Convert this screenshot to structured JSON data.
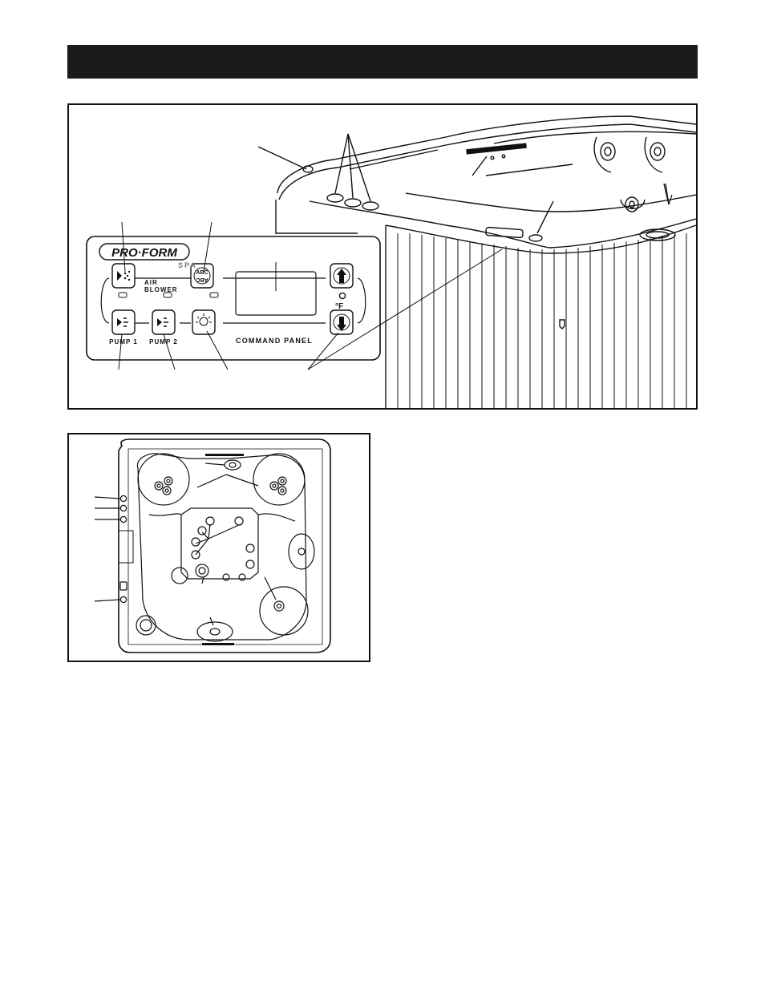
{
  "command_panel": {
    "brand": "PRO·FORM",
    "brand_sub": "SPA",
    "air_blower_label_1": "AIR",
    "air_blower_label_2": "BLOWER",
    "pump1_label": "PUMP 1",
    "pump2_label": "PUMP 2",
    "panel_title": "COMMAND PANEL",
    "temp_unit": "°F"
  },
  "icons": {
    "air_blower": "air-blower-icon",
    "mode": "abc-mode-icon",
    "temp_up": "arrow-up-icon",
    "temp_down": "arrow-down-icon",
    "pump1": "pump-icon",
    "pump2": "pump-icon",
    "light": "light-bulb-icon"
  },
  "colors": {
    "header_bar": "#1a1a1a",
    "line": "#111111"
  }
}
